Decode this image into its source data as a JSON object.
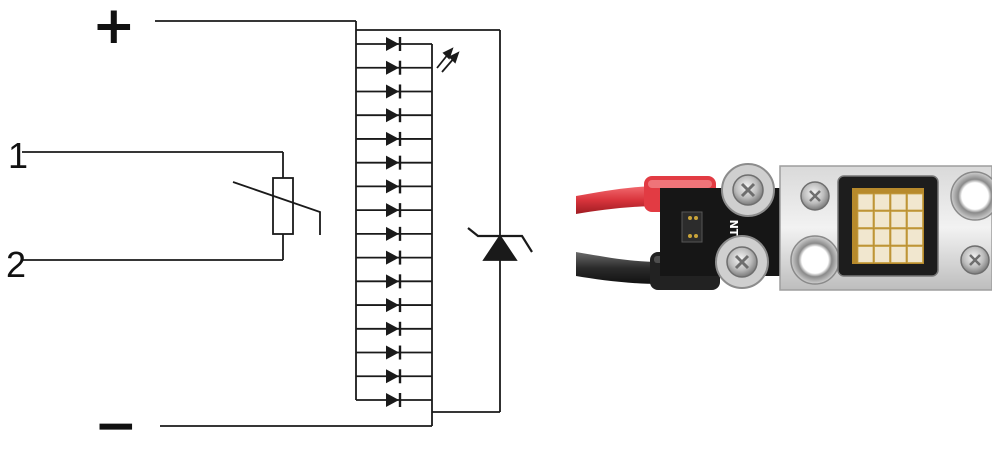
{
  "diagram": {
    "title": "",
    "terminals": {
      "plus": "+",
      "minus": "−",
      "pin_1": "1",
      "pin_2": "2"
    },
    "led_array": {
      "count": 16,
      "icon": "led-diode-icon",
      "emission_icon": "light-emission-arrows-icon"
    },
    "thermistor": {
      "icon": "ntc-thermistor-icon"
    },
    "protection": {
      "icon": "tvs-zener-diode-icon"
    },
    "photo": {
      "subject": "led-module-photo",
      "board_marking": "NTC",
      "wire_colors": {
        "positive": "#d9343c",
        "negative": "#262626"
      }
    },
    "colors": {
      "line": "#1a1a1a",
      "background": "#ffffff"
    }
  }
}
